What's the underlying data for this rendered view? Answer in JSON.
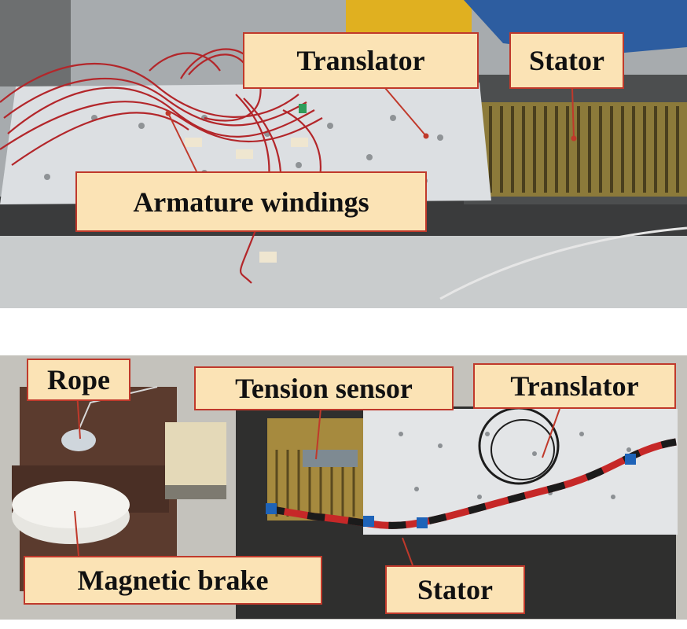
{
  "top_photo": {
    "labels": {
      "translator": "Translator",
      "stator": "Stator",
      "armature": "Armature windings"
    }
  },
  "bottom_photo": {
    "labels": {
      "rope": "Rope",
      "tension_sensor": "Tension sensor",
      "translator": "Translator",
      "magnetic_brake": "Magnetic brake",
      "stator": "Stator"
    }
  },
  "colors": {
    "label_fill": "#fbe3b5",
    "label_border": "#c0392b",
    "wire_red": "#b3262a",
    "aluminum_plate": "#dcdfe2"
  }
}
